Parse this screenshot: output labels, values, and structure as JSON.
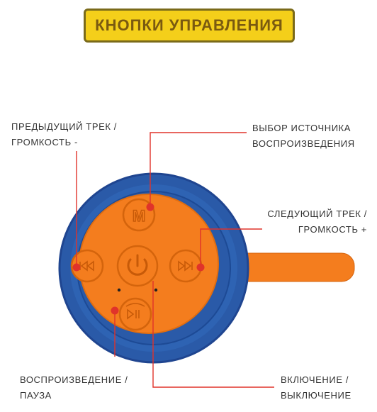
{
  "title": "КНОПКИ УПРАВЛЕНИЯ",
  "labels": {
    "prev_track": [
      "ПРЕДЫДУЩИЙ ТРЕК /",
      "ГРОМКОСТЬ -"
    ],
    "source_select": [
      "ВЫБОР ИСТОЧНИКА",
      "ВОСПРОИЗВЕДЕНИЯ"
    ],
    "next_track": [
      "СЛЕДУЮЩИЙ ТРЕК /",
      "ГРОМКОСТЬ +"
    ],
    "play_pause": [
      "ВОСПРОИЗВЕДЕНИЕ /",
      "ПАУЗА"
    ],
    "power": [
      "ВКЛЮЧЕНИЕ /",
      "ВЫКЛЮЧЕНИЕ"
    ]
  },
  "button_glyphs": {
    "mode": "M"
  },
  "colors": {
    "banner": "#f4cf1a",
    "speaker_ring": "#2a5aa8",
    "button_panel": "#f47d1e",
    "callout_line": "#e0332a",
    "strap": "#f47d1e"
  }
}
